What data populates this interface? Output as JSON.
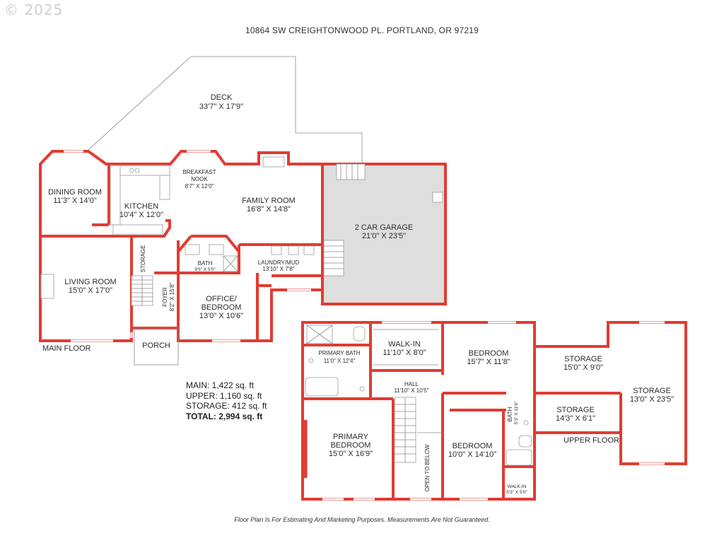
{
  "watermark": "© 2025",
  "address": "10864 SW CREIGHTONWOOD PL. PORTLAND, OR 97219",
  "rooms": {
    "deck": {
      "name": "DECK",
      "dims": "33'7\" X 17'9\""
    },
    "dining": {
      "name": "DINING ROOM",
      "dims": "11'3\" X 14'0\""
    },
    "kitchen": {
      "name": "KITCHEN",
      "dims": "10'4\" X 12'0\""
    },
    "nook": {
      "name1": "BREAKFAST",
      "name2": "NOOK",
      "dims": "8'7\" X 12'0\""
    },
    "family": {
      "name": "FAMILY ROOM",
      "dims": "16'8\" X 14'8\""
    },
    "garage": {
      "name": "2 CAR GARAGE",
      "dims": "21'0\" X 23'5\""
    },
    "living": {
      "name": "LIVING ROOM",
      "dims": "15'0\" X 17'0\""
    },
    "storage_main": {
      "name": "STORAGE"
    },
    "foyer": {
      "name": "FOYER",
      "dims": "8'2\" X 15'8\""
    },
    "bath_main": {
      "name": "BATH",
      "dims": "9'5\" X 5'0\""
    },
    "laundry": {
      "name": "LAUNDRY/MUD",
      "dims": "13'10\" X 7'8\""
    },
    "office": {
      "name1": "OFFICE/",
      "name2": "BEDROOM",
      "dims": "13'0\" X 10'6\""
    },
    "porch": {
      "name": "PORCH"
    },
    "primary_bath": {
      "name": "PRIMARY BATH",
      "dims": "11'0\" X 12'4\""
    },
    "walkin_large": {
      "name": "WALK-IN",
      "dims": "11'10\" X 8'0\""
    },
    "bedroom_1": {
      "name": "BEDROOM",
      "dims": "15'7\" X 11'8\""
    },
    "storage_1": {
      "name": "STORAGE",
      "dims": "15'0\" X 9'0\""
    },
    "storage_2": {
      "name": "STORAGE",
      "dims": "13'0\" X 23'5\""
    },
    "storage_3": {
      "name": "STORAGE",
      "dims": "14'3\" X 6'1\""
    },
    "hall": {
      "name": "HALL",
      "dims": "11'10\" X 10'5\""
    },
    "bath_upper": {
      "name": "BATH",
      "dims": "5'3\" X 11'6\""
    },
    "primary_bedroom": {
      "name1": "PRIMARY",
      "name2": "BEDROOM",
      "dims": "15'0\" X 16'9\""
    },
    "open_to_below": {
      "name": "OPEN TO BELOW"
    },
    "bedroom_2": {
      "name": "BEDROOM",
      "dims": "10'0\" X 14'10\""
    },
    "walkin_small": {
      "name": "WALK-IN",
      "dims": "5'3\" X 5'0\""
    }
  },
  "floors": {
    "main": "MAIN FLOOR",
    "upper": "UPPER FLOOR"
  },
  "summary": {
    "main": "MAIN: 1,422 sq. ft",
    "upper": "UPPER: 1,160 sq. ft",
    "storage": "STORAGE: 412 sq. ft",
    "total": "TOTAL: 2,994 sq. ft"
  },
  "footer": "Floor Plan Is For Estimating And Marketing Purposes. Measurements Are Not Guaranteed.",
  "colors": {
    "wall": "#e23b32",
    "garage_fill": "#dedede",
    "text": "#2b2b2b"
  }
}
